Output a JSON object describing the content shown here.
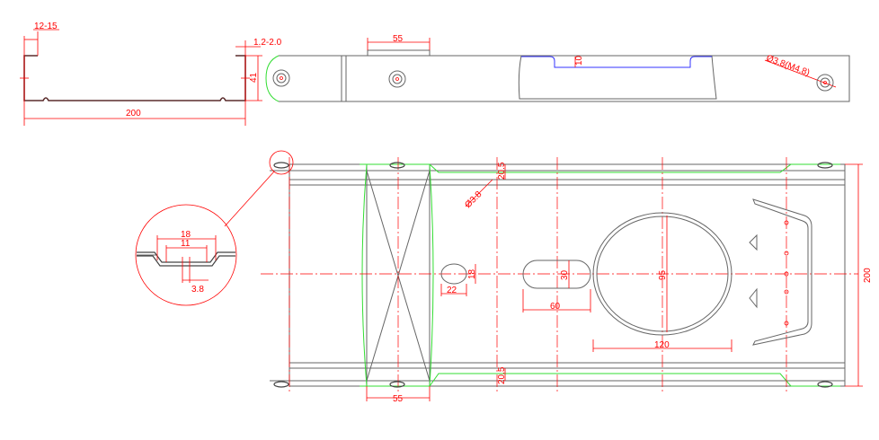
{
  "colors": {
    "dimension": "#ff0000",
    "outline": "#666666",
    "edge": "#33dd33",
    "slot": "#3333ff",
    "profile": "#5a2b2b"
  },
  "profile_view": {
    "lip_width": "12-15",
    "thickness": "1.2-2.0",
    "height": "41",
    "width": "200"
  },
  "side_view": {
    "tab_width": "55",
    "slot_depth": "10",
    "hole": "Ø3.8(M4.8)"
  },
  "plan_view": {
    "edge_offset_top": "20.5",
    "edge_offset_bottom": "20.5",
    "rivet_hole": "Ø3.8",
    "small_oval_w": "22",
    "small_oval_h": "18",
    "slot_h": "30",
    "slot_w": "60",
    "big_oval_h": "95",
    "big_oval_w": "120",
    "overall_width": "200",
    "bottom_tab_width": "55"
  },
  "detail": {
    "outer": "18",
    "inner": "11",
    "hole": "3.8"
  }
}
